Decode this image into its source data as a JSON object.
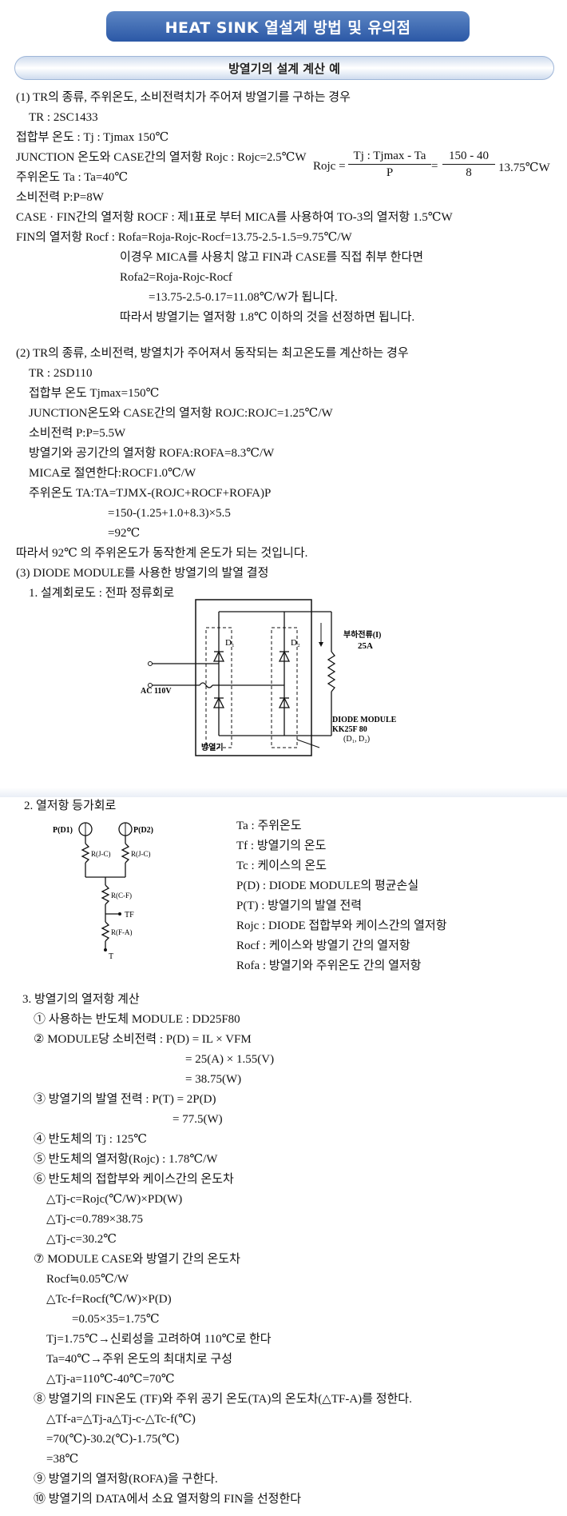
{
  "title": "HEAT SINK 열설계 방법 및 유의점",
  "section_title": "방열기의 설계 계산 예",
  "part1": {
    "heading": "(1) TR의 종류, 주위온도, 소비전력치가 주어져 방열기를 구하는 경우",
    "tr": "TR : 2SC1433",
    "tj": "접합부 온도 : Tj : Tjmax 150℃",
    "rojc": "JUNCTION 온도와 CASE간의 열저항 Rojc : Rojc=2.5℃W",
    "ta": "주위온도 Ta : Ta=40℃",
    "power": "소비전력 P:P=8W",
    "rocf": "CASE · FIN간의 열저항 ROCF : 제1표로 부터 MICA를 사용하여 TO-3의 열저항 1.5℃W",
    "rofa": "FIN의 열저항 Rocf : Rofa=Roja-Rojc-Rocf=13.75-2.5-1.5=9.75℃/W",
    "note1": "이경우 MICA를 사용치 않고 FIN과 CASE를 직접 취부 한다면",
    "note2": "Rofa2=Roja-Rojc-Rocf",
    "note3": "=13.75-2.5-0.17=11.08℃/W가 됩니다.",
    "note4": "따라서 방열기는 열저항 1.8℃ 이하의 것을 선정하면 됩니다.",
    "formula": {
      "lhs": "Rojc =",
      "f1_num": "Tj : Tjmax - Ta",
      "f1_den": "P",
      "eq": "=",
      "f2_num": "150 - 40",
      "f2_den": "8",
      "result": "13.75℃W"
    }
  },
  "part2": {
    "heading": "(2) TR의 종류, 소비전력, 방열치가 주어져서 동작되는 최고온도를 계산하는 경우",
    "tr": "TR : 2SD110",
    "tj": "접합부 온도 Tjmax=150℃",
    "rojc": "JUNCTION온도와 CASE간의 열저항 ROJC:ROJC=1.25℃/W",
    "power": "소비전력 P:P=5.5W",
    "rofa": "방열기와 공기간의 열저항 ROFA:ROFA=8.3℃/W",
    "mica": "MICA로 절연한다:ROCF1.0℃/W",
    "ta": "주위온도 TA:TA=TJMX-(ROJC+ROCF+ROFA)P",
    "calc1": "=150-(1.25+1.0+8.3)×5.5",
    "calc2": "=92℃",
    "conclusion": "따라서 92℃ 의 주위온도가 동작한계 온도가 되는 것입니다."
  },
  "part3": {
    "heading": "(3) DIODE MODULE를 사용한 방열기의 발열 결정",
    "sub1": "1. 설계회로도 : 전파 정류회로",
    "circuit": {
      "d1": "D₁",
      "d2": "D₂",
      "ac": "AC 110V",
      "load_label": "부하전류(I)",
      "load_value": "25A",
      "module1": "DIODE MODULE",
      "module2": "KK25F 80",
      "module3": "(D₁, D₂)",
      "heatsink": "방열기"
    },
    "sub2": "2. 열저항 등가회로",
    "thermal": {
      "p1": "P(D1)",
      "p2": "P(D2)",
      "rjc1": "R(J-C)",
      "rjc2": "R(J-C)",
      "rcf": "R(C-F)",
      "tf": "TF",
      "rfa": "R(F-A)",
      "t": "T"
    },
    "legend": [
      "Ta : 주위온도",
      "Tf : 방열기의 온도",
      "Tc : 케이스의 온도",
      "P(D) : DIODE MODULE의 평균손실",
      "P(T) : 방열기의 발열 전력",
      "Rojc : DIODE 접합부와 케이스간의 열저항",
      "Rocf : 케이스와 방열기 간의 열저항",
      "Rofa : 방열기와 주위온도 간의 열저항"
    ],
    "sub3": "3. 방열기의 열저항 계산",
    "steps": [
      "① 사용하는 반도체 MODULE : DD25F80",
      "② MODULE당 소비전력 : P(D) = IL × VFM",
      "= 25(A) × 1.55(V)",
      "= 38.75(W)",
      "③ 방열기의 발열 전력 : P(T) = 2P(D)",
      "= 77.5(W)",
      "④ 반도체의 Tj : 125℃",
      "⑤ 반도체의 열저항(Rojc) : 1.78℃/W",
      "⑥ 반도체의 접합부와 케이스간의 온도차",
      "△Tj-c=Rojc(℃/W)×PD(W)",
      "△Tj-c=0.789×38.75",
      "△Tj-c=30.2℃",
      "⑦ MODULE CASE와 방열기 간의 온도차",
      "Rocf≒0.05℃/W",
      "△Tc-f=Rocf(℃/W)×P(D)",
      "=0.05×35=1.75℃",
      "Tj=1.75℃→신뢰성을 고려하여 110℃로 한다",
      "Ta=40℃→주위 온도의 최대치로 구성",
      "△Tj-a=110℃-40℃=70℃",
      "⑧ 방열기의 FIN온도 (TF)와 주위 공기 온도(TA)의 온도차(△TF-A)를 정한다.",
      "△Tf-a=△Tj-a△Tj-c-△Tc-f(℃)",
      "=70(℃)-30.2(℃)-1.75(℃)",
      "=38℃",
      "⑨ 방열기의 열저항(ROFA)을 구한다.",
      "⑩ 방열기의 DATA에서 소요 열저항의 FIN을 선정한다"
    ]
  }
}
